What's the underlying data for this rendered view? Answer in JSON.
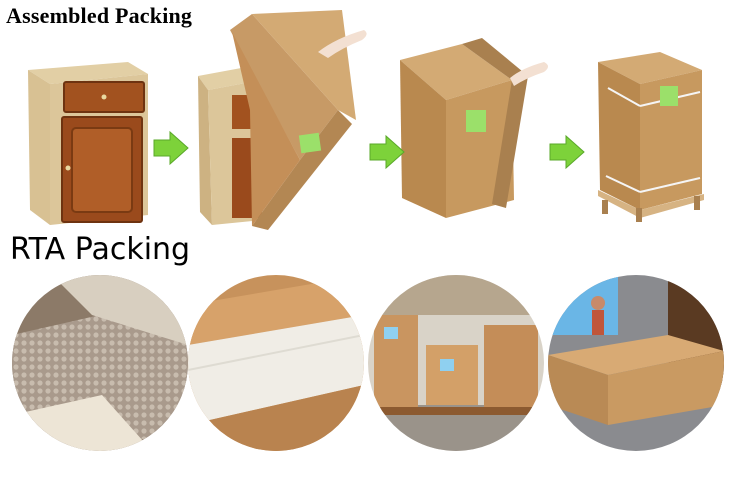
{
  "sections": {
    "assembled_title": "Assembled Packing",
    "rta_title": "RTA Packing"
  },
  "colors": {
    "cardboard": "#c9a070",
    "cardboard_dark": "#a9804f",
    "cabinet_wood": "#9a4a1c",
    "arrow_green": "#7dd23a",
    "label_green": "#9be06a"
  },
  "steps": [
    {
      "name": "cabinet-unpacked"
    },
    {
      "name": "box-sliding-on"
    },
    {
      "name": "box-covered"
    },
    {
      "name": "box-strapped-on-pallet"
    }
  ],
  "rta_photos": [
    {
      "name": "bubble-wrap"
    },
    {
      "name": "foam-wrapped-panel"
    },
    {
      "name": "flat-pack-stacks"
    },
    {
      "name": "warehouse-pallets"
    }
  ]
}
